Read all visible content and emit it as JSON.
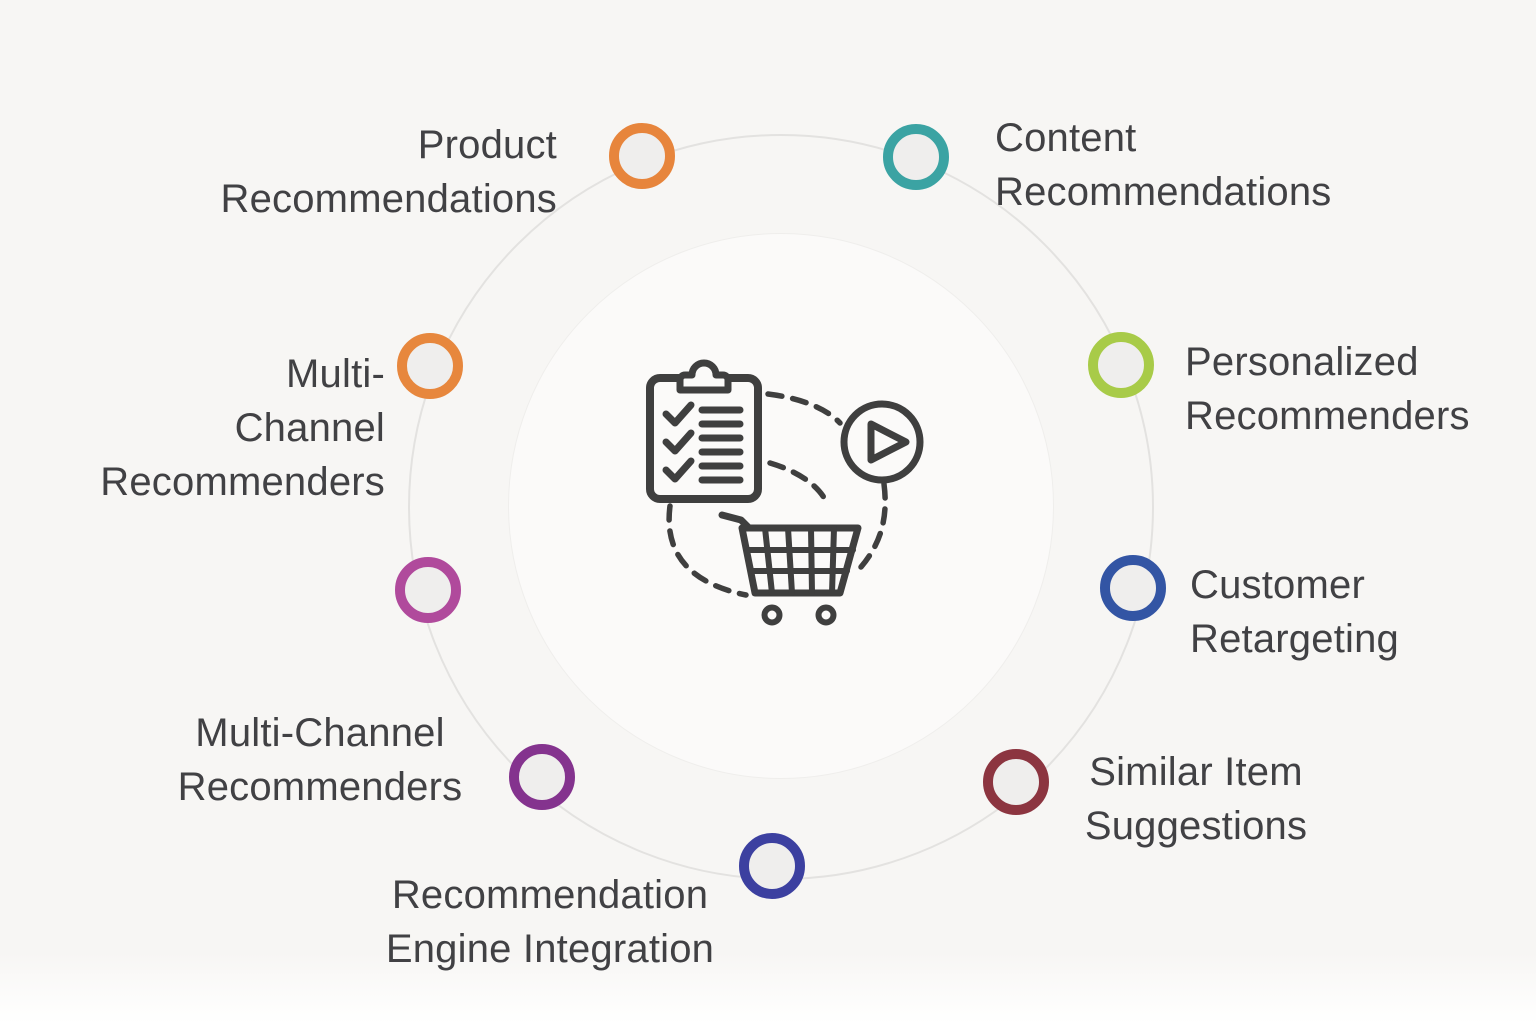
{
  "diagram": {
    "type": "circular-hub-infographic",
    "theme": "E-commerce recommendation capabilities",
    "background_color": "#f7f6f4",
    "orbit_circle_color": "#e3e2e0",
    "inner_disc_color": "#fbfaf9",
    "text_color": "#414144",
    "icon_stroke_color": "#3f3f3f",
    "center_icons": [
      {
        "name": "clipboard-checklist-icon"
      },
      {
        "name": "play-button-icon"
      },
      {
        "name": "shopping-cart-icon"
      }
    ],
    "nodes": [
      {
        "id": "product-recommendations",
        "lines": [
          "Product",
          "Recommendations"
        ],
        "ring_color": "#e7853c"
      },
      {
        "id": "content-recommendations",
        "lines": [
          "Content",
          "Recommendations"
        ],
        "ring_color": "#3ba3a3"
      },
      {
        "id": "multi-channel-recommenders-left",
        "lines": [
          "Multi-",
          "Channel",
          "Recommenders"
        ],
        "ring_color": "#e7873d"
      },
      {
        "id": "personalized-recommenders",
        "lines": [
          "Personalized",
          "Recommenders"
        ],
        "ring_color": "#a8cb48"
      },
      {
        "id": "unlabeled-node",
        "lines": [],
        "ring_color": "#b04a9c"
      },
      {
        "id": "customer-retargeting",
        "lines": [
          "Customer",
          "Retargeting"
        ],
        "ring_color": "#3355a4"
      },
      {
        "id": "multi-channel-recommenders-bottom",
        "lines": [
          "Multi-Channel",
          "Recommenders"
        ],
        "ring_color": "#84338e"
      },
      {
        "id": "similar-item-suggestions",
        "lines": [
          "Similar Item",
          "Suggestions"
        ],
        "ring_color": "#8c3540"
      },
      {
        "id": "recommendation-engine-integration",
        "lines": [
          "Recommendation",
          "Engine Integration"
        ],
        "ring_color": "#3c40a0"
      }
    ]
  }
}
